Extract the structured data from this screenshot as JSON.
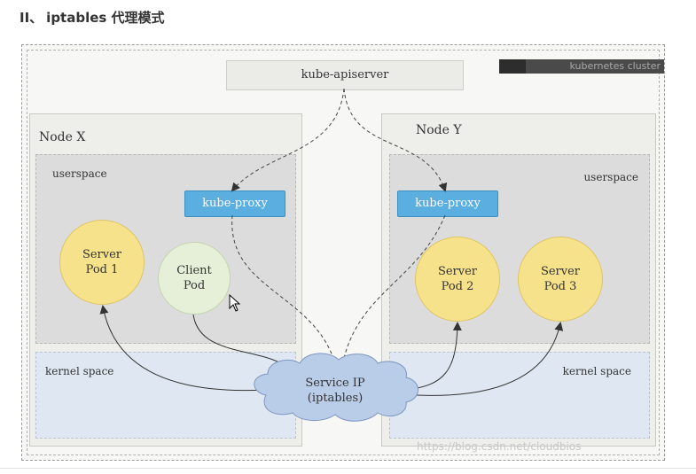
{
  "heading": {
    "number": "II、",
    "title": "iptables 代理模式"
  },
  "cluster": {
    "label": "kubernetes cluster"
  },
  "apiserver": {
    "label": "kube-apiserver"
  },
  "node_x": {
    "title": "Node X",
    "userspace_label": "userspace",
    "kernel_label": "kernel space",
    "proxy_label": "kube-proxy",
    "server_pod": {
      "line1": "Server",
      "line2": "Pod 1"
    },
    "client_pod": {
      "line1": "Client",
      "line2": "Pod"
    }
  },
  "node_y": {
    "title": "Node Y",
    "userspace_label": "userspace",
    "kernel_label": "kernel space",
    "proxy_label": "kube-proxy",
    "server_pod_2": {
      "line1": "Server",
      "line2": "Pod 2"
    },
    "server_pod_3": {
      "line1": "Server",
      "line2": "Pod 3"
    }
  },
  "service": {
    "line1": "Service IP",
    "line2": "(iptables)"
  },
  "watermark": "https://blog.csdn.net/cloudbios"
}
